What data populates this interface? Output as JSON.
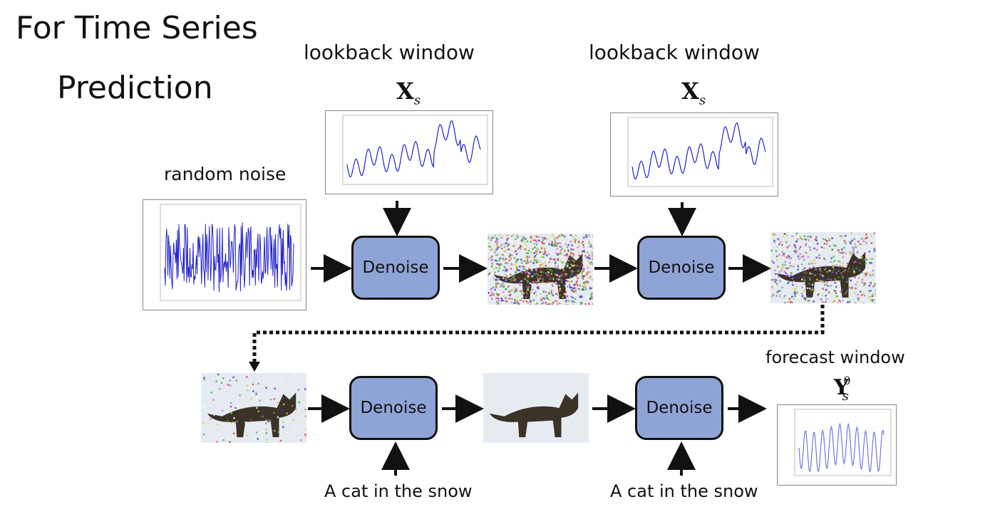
{
  "title_line1": "For Time Series",
  "title_line2": "Prediction",
  "labels": {
    "lookback_1": "lookback window",
    "lookback_2": "lookback window",
    "random_noise": "random noise",
    "forecast": "forecast window"
  },
  "math": {
    "xs_symbol": "X",
    "xs_subscript": "s",
    "ys_symbol": "Y",
    "ys_subscript": "s",
    "ys_superscript": "0"
  },
  "blocks": {
    "denoise_1": "Denoise",
    "denoise_2": "Denoise",
    "denoise_3": "Denoise",
    "denoise_4": "Denoise"
  },
  "captions": {
    "prompt_1": "A cat in the snow",
    "prompt_2": "A cat in the snow"
  },
  "colors": {
    "block_fill": "#8fa4d6",
    "signal_blue": "#2222cc",
    "forecast_blue": "#7777dd"
  }
}
